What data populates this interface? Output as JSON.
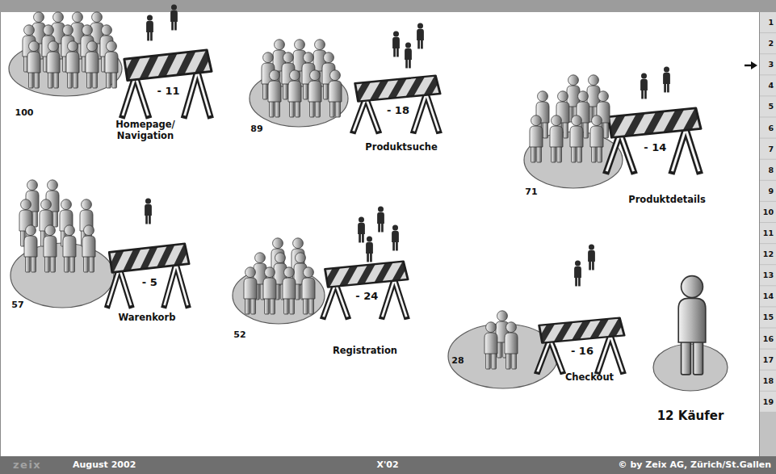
{
  "diagram": {
    "nodes": [
      {
        "text": [
          "100"
        ]
      },
      {
        "text": [
          "- 11"
        ]
      },
      {
        "text": [
          "89"
        ]
      },
      {
        "text": [
          "- 18"
        ]
      },
      {
        "text": [
          "71"
        ]
      },
      {
        "text": [
          "- 14"
        ]
      },
      {
        "text": [
          "57"
        ]
      },
      {
        "text": [
          "- 5"
        ]
      },
      {
        "text": [
          "52"
        ]
      },
      {
        "text": [
          "- 24"
        ]
      },
      {
        "text": [
          "28"
        ]
      },
      {
        "text": [
          "- 16"
        ]
      },
      {
        "text": [
          "12 Käufer"
        ]
      }
    ],
    "labels": [
      "Homepage/ Navigation",
      "Produktsuche",
      "Produktdetails",
      "Warenkorb",
      "Registration",
      "Checkout",
      "1",
      "2",
      "3",
      "4",
      "5",
      "6",
      "7",
      "8",
      "9",
      "10",
      "11",
      "12",
      "13",
      "14",
      "15",
      "16",
      "17",
      "18",
      "19",
      "zeix",
      "August 2002",
      "X'02",
      "© by Zeix AG, Zürich/St.Gallen"
    ]
  }
}
